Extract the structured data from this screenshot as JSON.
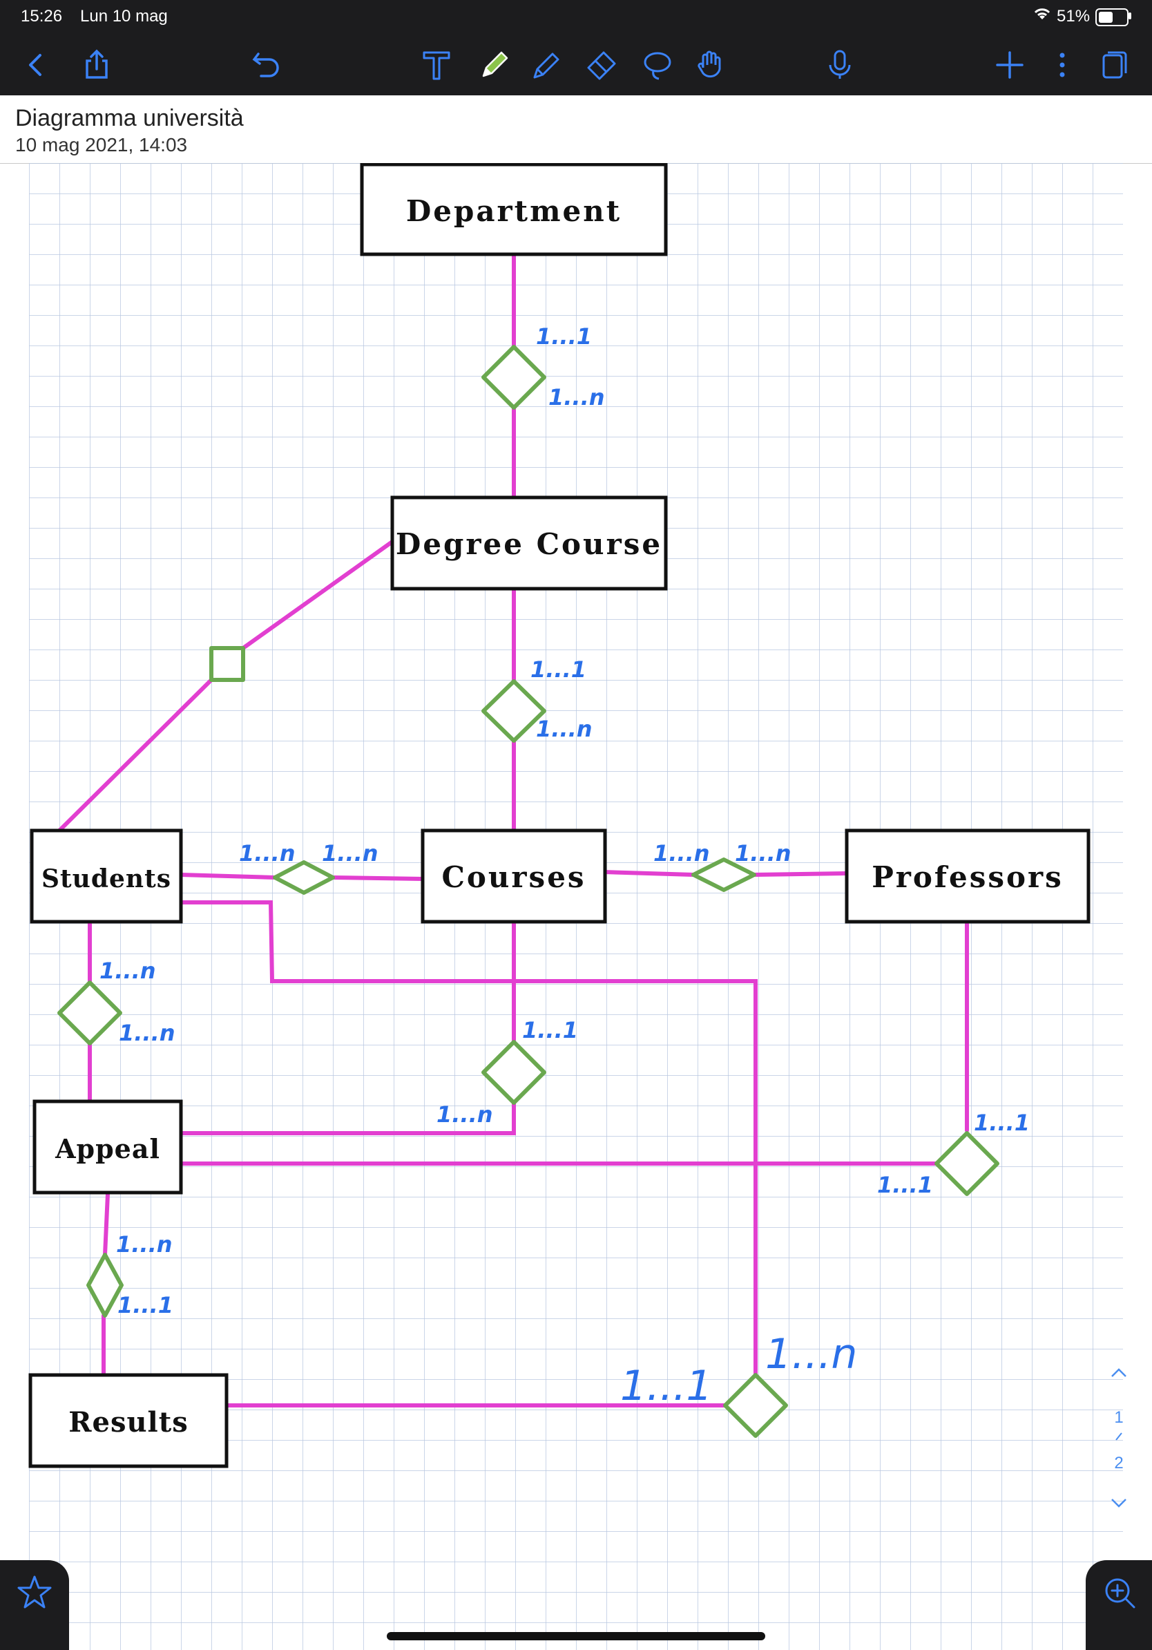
{
  "status_bar": {
    "time": "15:26",
    "date": "Lun 10 mag",
    "battery": "51%"
  },
  "toolbar": {
    "icons": [
      "back-icon",
      "share-icon",
      "undo-icon",
      "text-tool-icon",
      "pen-tool-icon",
      "highlighter-tool-icon",
      "eraser-tool-icon",
      "lasso-tool-icon",
      "hand-tool-icon",
      "microphone-icon",
      "add-page-icon",
      "more-icon",
      "pages-icon"
    ]
  },
  "document": {
    "title": "Diagramma università",
    "date": "10 mag 2021, 14:03"
  },
  "colors": {
    "line": "#e23fd0",
    "relation": "#6aa84f",
    "cardinality": "#2a6fe8",
    "toolbar_bg": "#1c1c1e",
    "grid": "#b9c7e0"
  },
  "diagram": {
    "entities": {
      "department": "Department",
      "degree_course": "Degree Course",
      "students": "Students",
      "courses": "Courses",
      "professors": "Professors",
      "appeal": "Appeal",
      "results": "Results"
    },
    "cardinalities": {
      "dept_top": "1...1",
      "dept_bottom": "1...n",
      "deg_top": "1...1",
      "deg_bottom": "1...n",
      "stu_cou_left": "1...n",
      "stu_cou_right": "1...n",
      "cou_prof_left": "1...n",
      "cou_prof_right": "1...n",
      "stu_app_top": "1...n",
      "stu_app_bottom": "1...n",
      "cou_app_top": "1...1",
      "cou_app_bottom": "1...n",
      "prof_app_top": "1...1",
      "prof_app_bottom": "1...1",
      "app_res_top": "1...n",
      "app_res_bottom": "1...1",
      "res_rel_left": "1...1",
      "res_rel_right": "1...n"
    }
  },
  "pager": {
    "current": "1",
    "total": "2"
  }
}
